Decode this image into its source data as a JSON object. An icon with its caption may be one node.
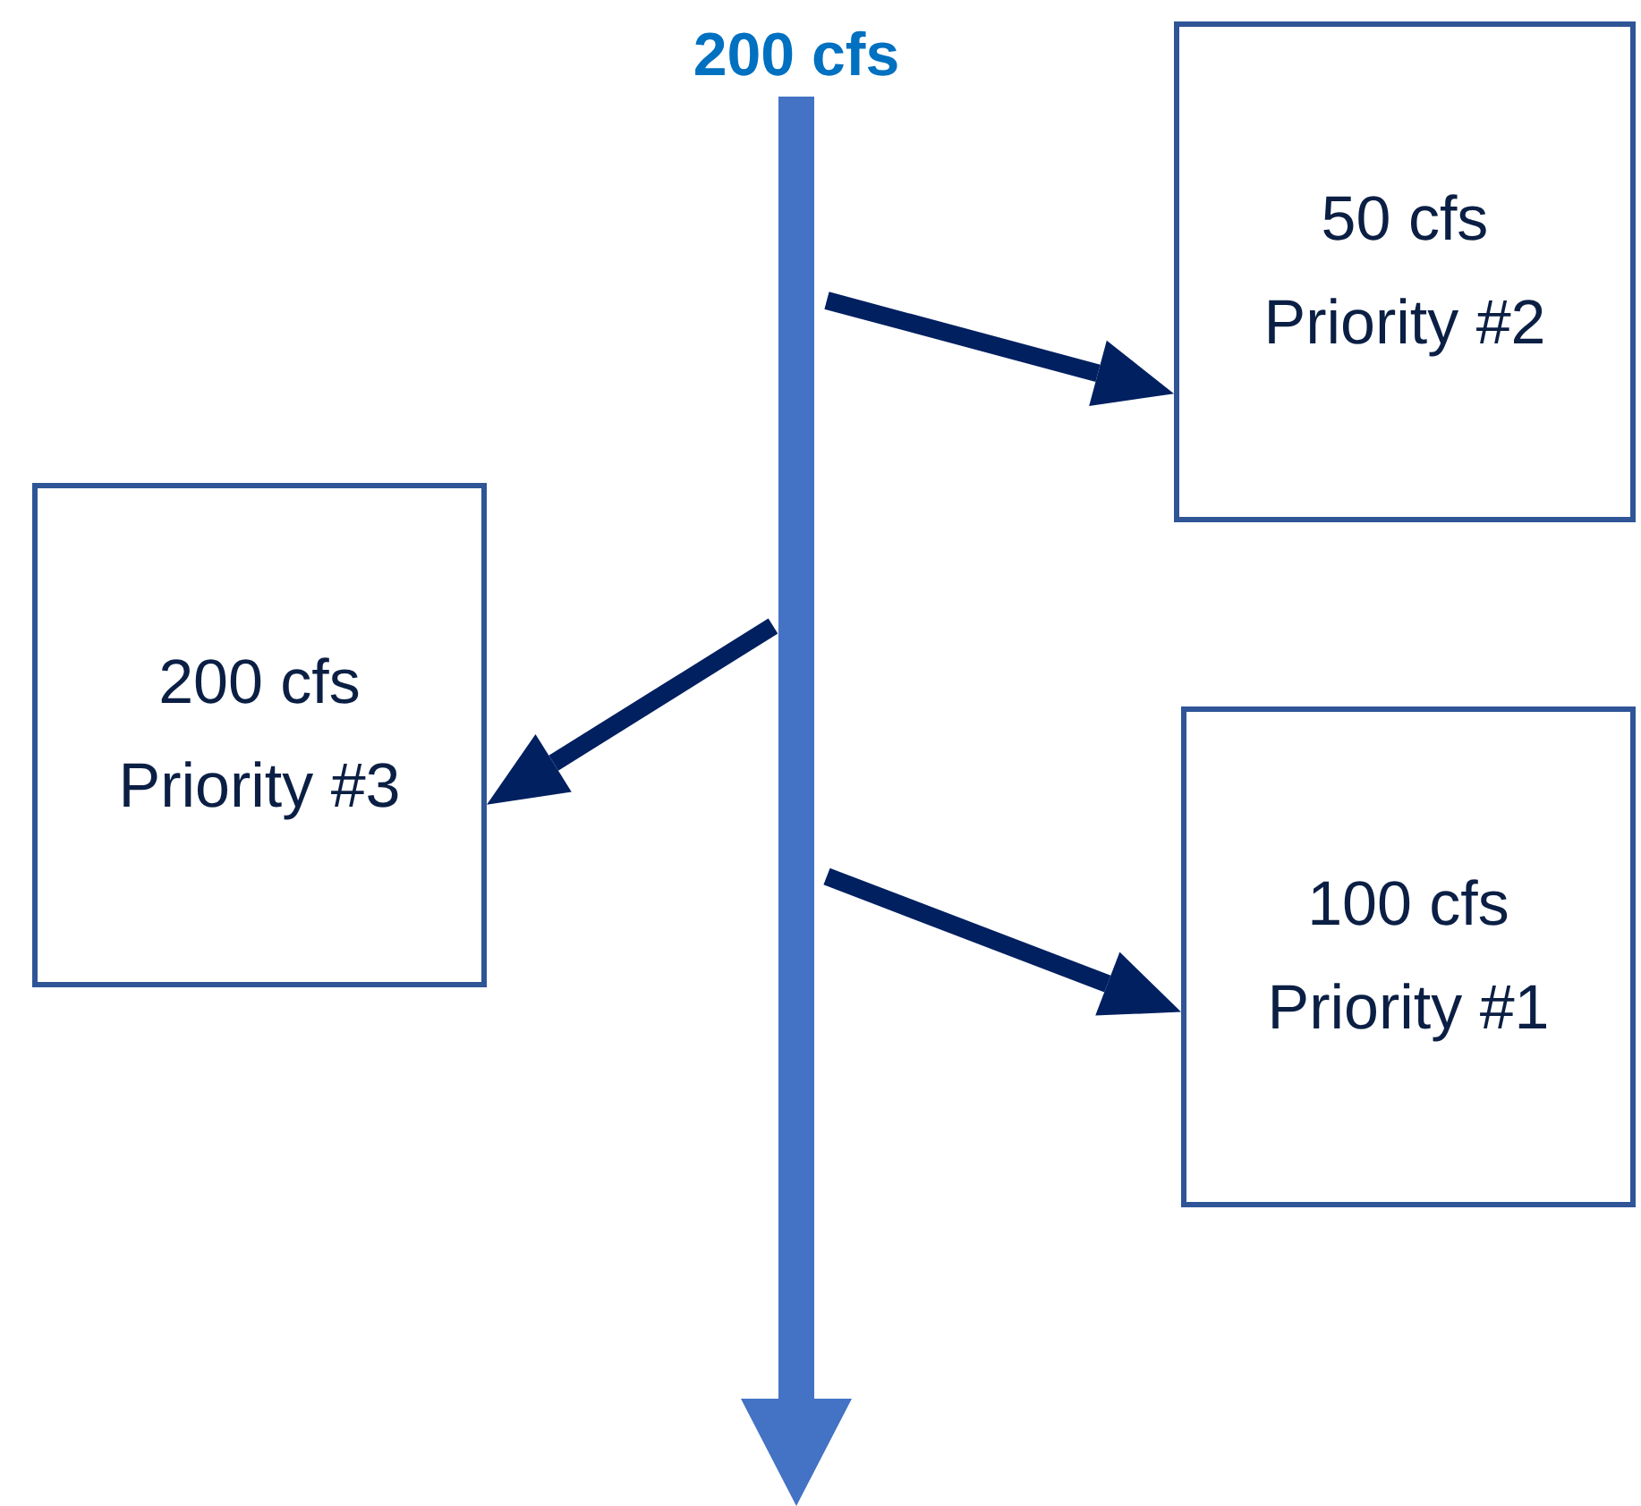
{
  "diagram": {
    "nodes": [
      {
        "text": [
          "200 cfs"
        ]
      },
      {
        "text": [
          "50 cfs",
          "Priority #2"
        ]
      },
      {
        "text": [
          "200 cfs",
          "Priority #3"
        ]
      },
      {
        "text": [
          "100 cfs",
          "Priority #1"
        ]
      }
    ],
    "edges": [
      {
        "from": 0,
        "to": null,
        "arrow": "to",
        "style": "thick",
        "color": "#4472c4"
      },
      {
        "from": null,
        "to": 1,
        "arrow": "to"
      },
      {
        "from": null,
        "to": 2,
        "arrow": "to"
      },
      {
        "from": null,
        "to": 3,
        "arrow": "to"
      }
    ]
  }
}
